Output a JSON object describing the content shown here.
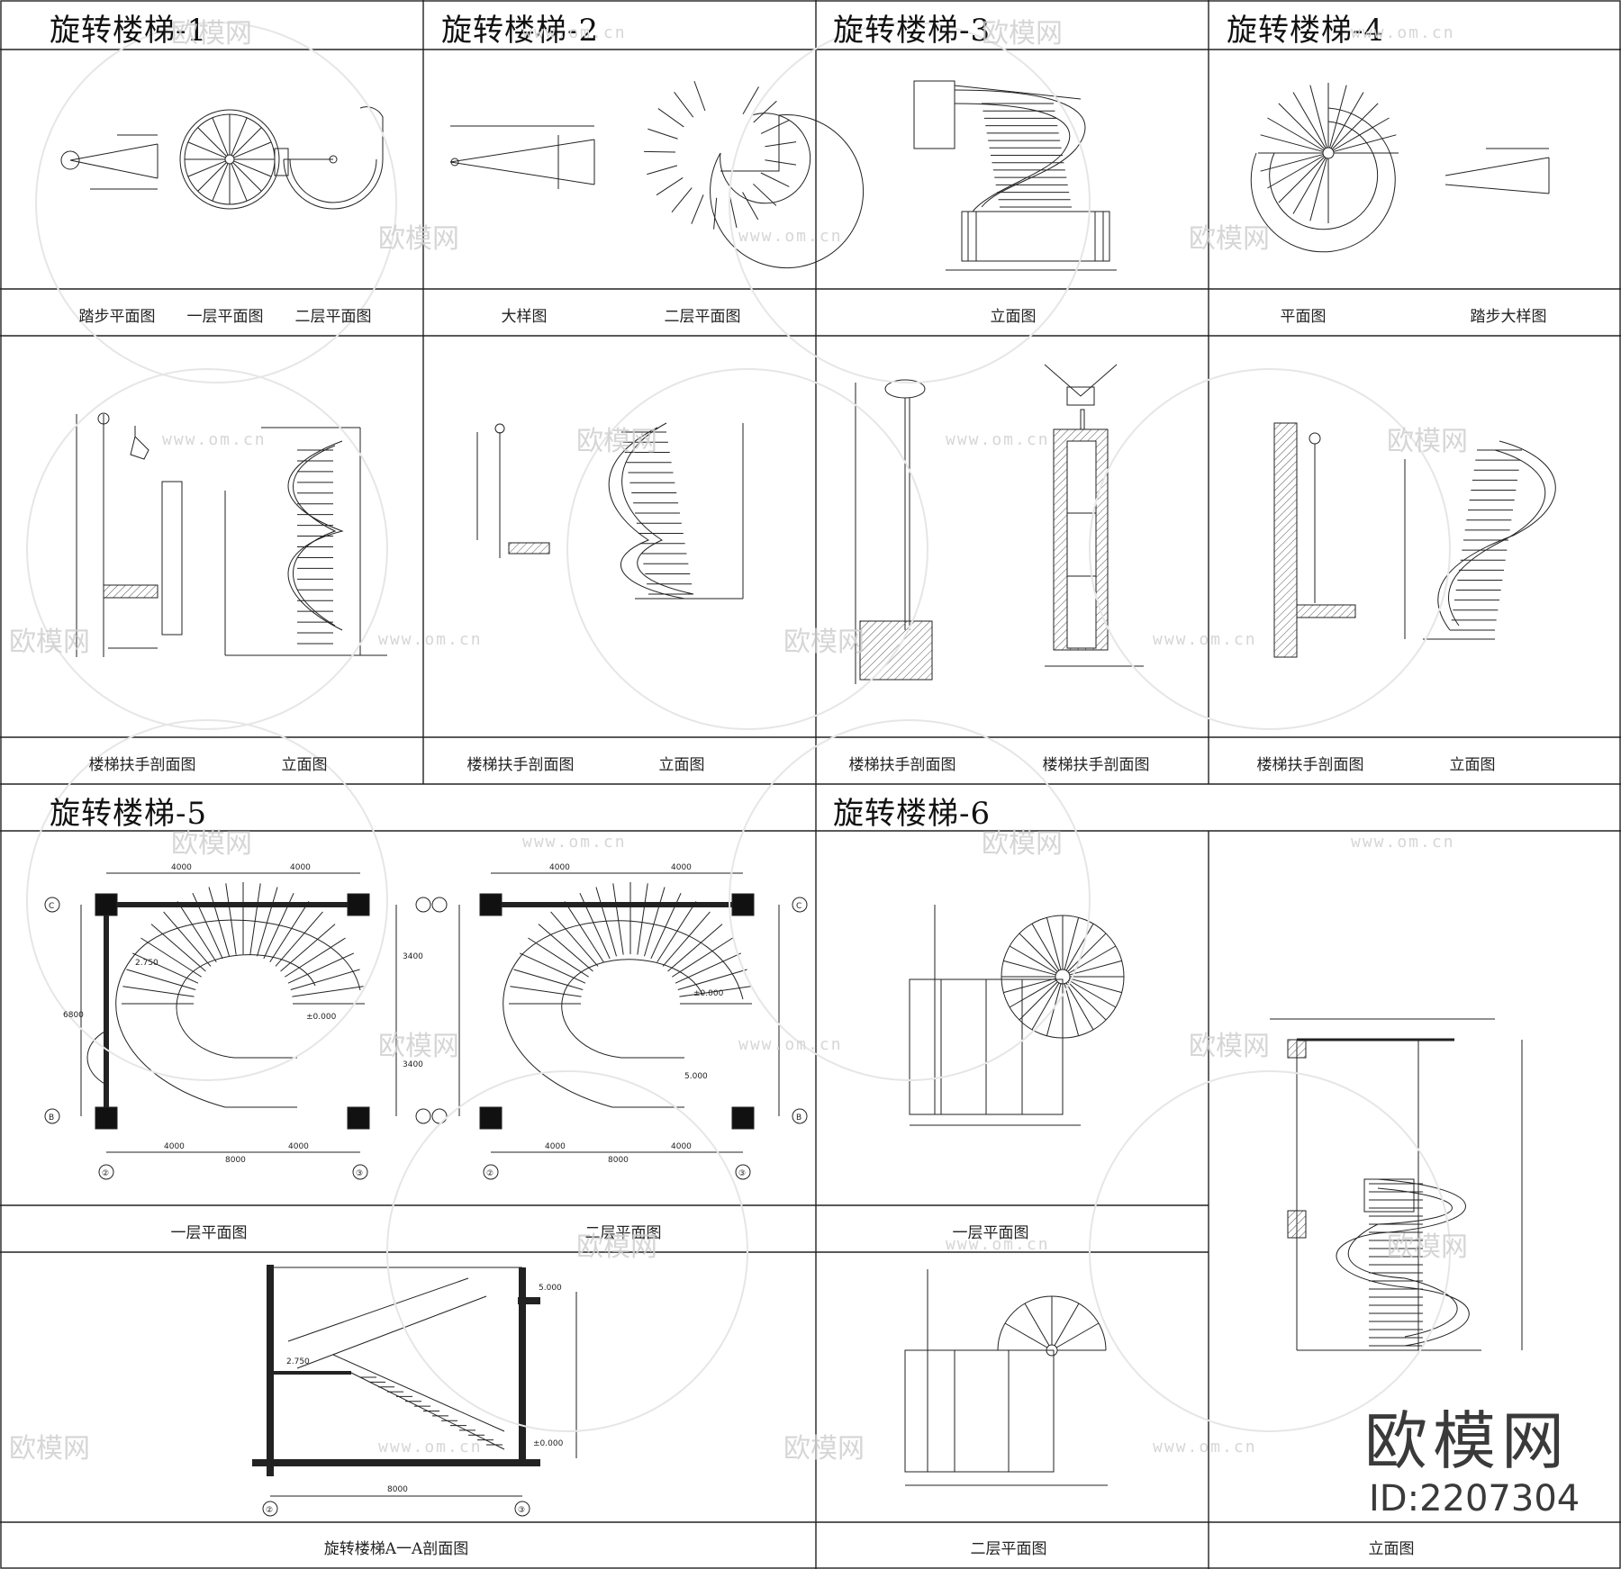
{
  "sections": {
    "s1": {
      "title": "旋转楼梯-1",
      "captions": [
        "踏步平面图",
        "一层平面图",
        "二层平面图",
        "楼梯扶手剖面图",
        "立面图"
      ]
    },
    "s2": {
      "title": "旋转楼梯-2",
      "captions": [
        "大样图",
        "二层平面图",
        "楼梯扶手剖面图",
        "立面图"
      ]
    },
    "s3": {
      "title": "旋转楼梯-3",
      "captions": [
        "立面图",
        "楼梯扶手剖面图",
        "楼梯扶手剖面图"
      ]
    },
    "s4": {
      "title": "旋转楼梯-4",
      "captions": [
        "平面图",
        "踏步大样图",
        "楼梯扶手剖面图",
        "立面图"
      ]
    },
    "s5": {
      "title": "旋转楼梯-5",
      "captions": [
        "一层平面图",
        "二层平面图",
        "旋转楼梯A一A剖面图"
      ]
    },
    "s6": {
      "title": "旋转楼梯-6",
      "captions": [
        "一层平面图",
        "二层平面图",
        "立面图"
      ]
    }
  },
  "plan_dims": {
    "top": [
      "4000",
      "4000"
    ],
    "bottom": [
      "4000",
      "4000"
    ],
    "total": "8000",
    "side": [
      "3400",
      "3400"
    ],
    "side_total": "6800",
    "levels": [
      "2.750",
      "±0.000",
      "5.000",
      "±0.000"
    ],
    "grid_letters": [
      "C",
      "B"
    ],
    "grid_numbers": [
      "②",
      "③"
    ]
  },
  "section_dims": {
    "levels": [
      "5.000",
      "2.750",
      "±0.000"
    ],
    "width": "8000",
    "grid_numbers": [
      "②",
      "③"
    ]
  },
  "brand": {
    "name": "欧模网",
    "id": "ID:2207304"
  },
  "watermark": {
    "text": "欧模网",
    "url": "www.om.cn"
  }
}
